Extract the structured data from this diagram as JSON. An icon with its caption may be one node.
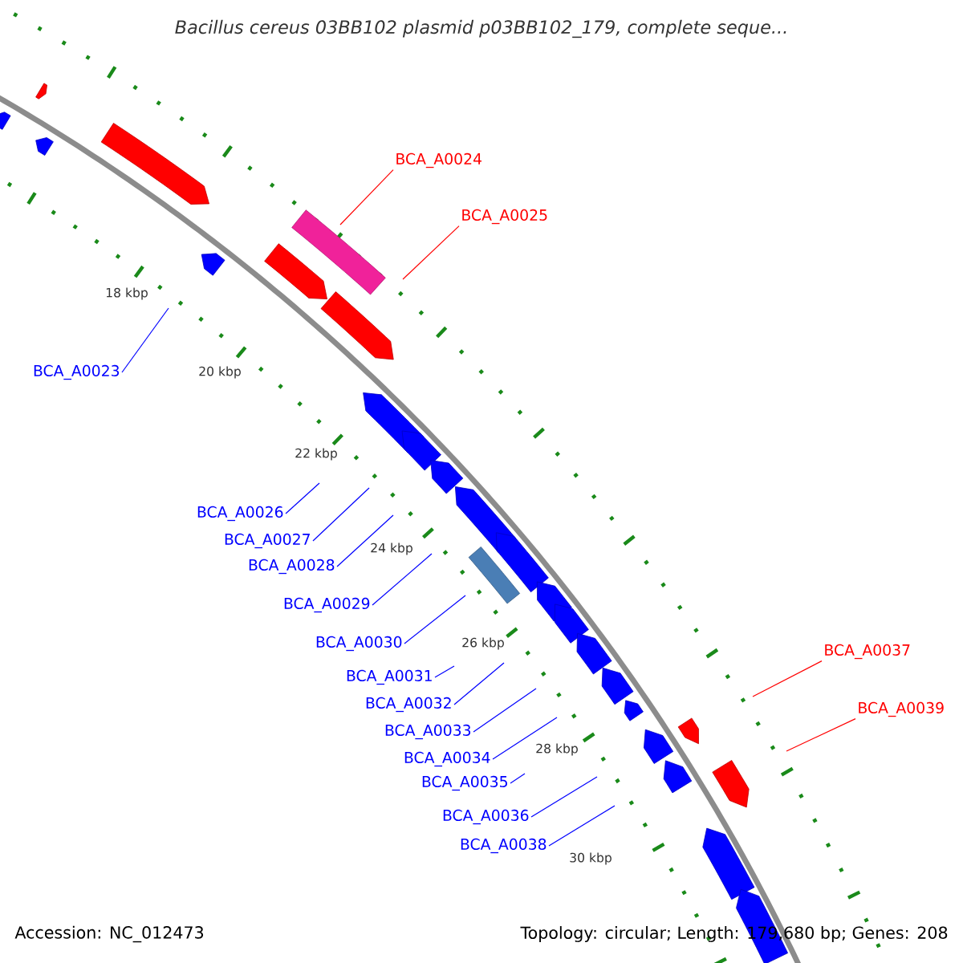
{
  "diagram": {
    "title": "Bacillus cereus 03BB102 plasmid p03BB102_179, complete seque...",
    "nodes": [
      {
        "text": [
          "BCA_A0024"
        ]
      },
      {
        "text": [
          "BCA_A0025"
        ]
      },
      {
        "text": [
          "BCA_A0023"
        ]
      },
      {
        "text": [
          "BCA_A0026"
        ]
      },
      {
        "text": [
          "BCA_A0027"
        ]
      },
      {
        "text": [
          "BCA_A0028"
        ]
      },
      {
        "text": [
          "BCA_A0029"
        ]
      },
      {
        "text": [
          "BCA_A0030"
        ]
      },
      {
        "text": [
          "BCA_A0037"
        ]
      },
      {
        "text": [
          "BCA_A0031"
        ]
      },
      {
        "text": [
          "BCA_A0032"
        ]
      },
      {
        "text": [
          "BCA_A0039"
        ]
      },
      {
        "text": [
          "BCA_A0033"
        ]
      },
      {
        "text": [
          "BCA_A0034"
        ]
      },
      {
        "text": [
          "BCA_A0035"
        ]
      },
      {
        "text": [
          "BCA_A0036"
        ]
      },
      {
        "text": [
          "BCA_A0038"
        ]
      }
    ],
    "edges": [
      {
        "from": 0,
        "to": null,
        "arrow": "none",
        "color": "#ff0000"
      },
      {
        "from": 1,
        "to": null,
        "arrow": "none",
        "color": "#ff0000"
      },
      {
        "from": 2,
        "to": null,
        "arrow": "none"
      },
      {
        "from": 3,
        "to": null,
        "arrow": "none"
      },
      {
        "from": 4,
        "to": null,
        "arrow": "none"
      },
      {
        "from": 5,
        "to": null,
        "arrow": "none"
      },
      {
        "from": 6,
        "to": null,
        "arrow": "none"
      },
      {
        "from": 7,
        "to": null,
        "arrow": "none"
      },
      {
        "from": 8,
        "to": null,
        "arrow": "none",
        "color": "#ff0000"
      },
      {
        "from": 9,
        "to": null,
        "arrow": "none"
      },
      {
        "from": 10,
        "to": null,
        "arrow": "none"
      },
      {
        "from": 11,
        "to": null,
        "arrow": "none",
        "color": "#ff0000"
      },
      {
        "from": 12,
        "to": null,
        "arrow": "none"
      },
      {
        "from": 13,
        "to": null,
        "arrow": "none"
      },
      {
        "from": 14,
        "to": null,
        "arrow": "none"
      },
      {
        "from": 15,
        "to": null,
        "arrow": "none"
      },
      {
        "from": 16,
        "to": null,
        "arrow": "none"
      }
    ],
    "labels": [
      "18 kbp",
      "20 kbp",
      "22 kbp",
      "24 kbp",
      "26 kbp",
      "28 kbp",
      "30 kbp",
      "Accession: NC_012473",
      "Topology: circular; Length: 179,680 bp; Genes: 208"
    ]
  }
}
